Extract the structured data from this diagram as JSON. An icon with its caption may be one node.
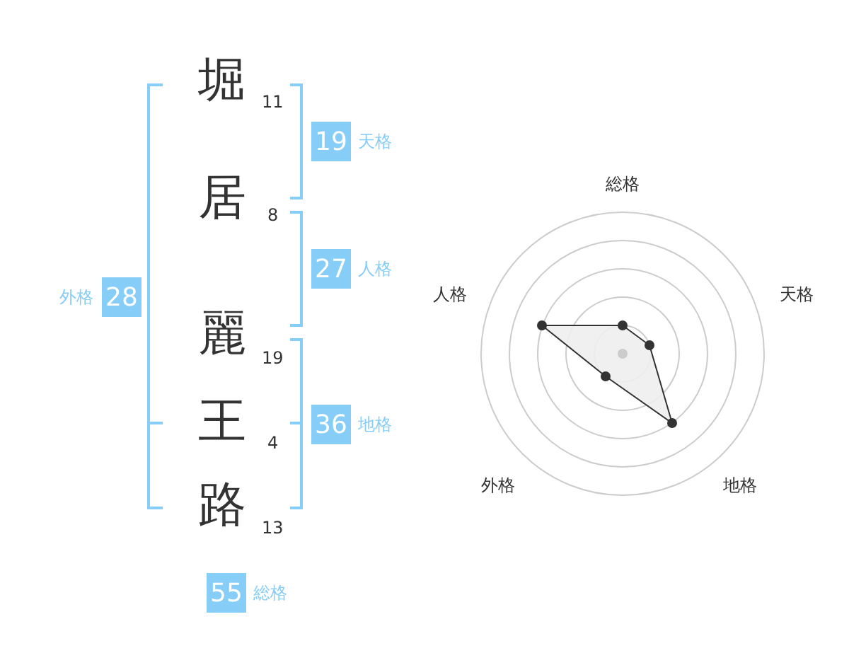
{
  "diagram": {
    "nodes": [
      {
        "text": [
          "19"
        ],
        "beside": [
          "天格"
        ]
      },
      {
        "text": [
          "27"
        ],
        "beside": [
          "人格"
        ]
      },
      {
        "text": [
          "28"
        ],
        "beside": [
          "外格"
        ]
      },
      {
        "text": [
          "36"
        ],
        "beside": [
          "地格"
        ]
      },
      {
        "text": [
          "55"
        ],
        "beside": [
          "総格"
        ]
      }
    ],
    "labels": [
      "堀",
      "11",
      "居",
      "8",
      "麗",
      "19",
      "王",
      "4",
      "路",
      "13",
      "総格",
      "人格",
      "天格",
      "外格",
      "地格"
    ]
  }
}
